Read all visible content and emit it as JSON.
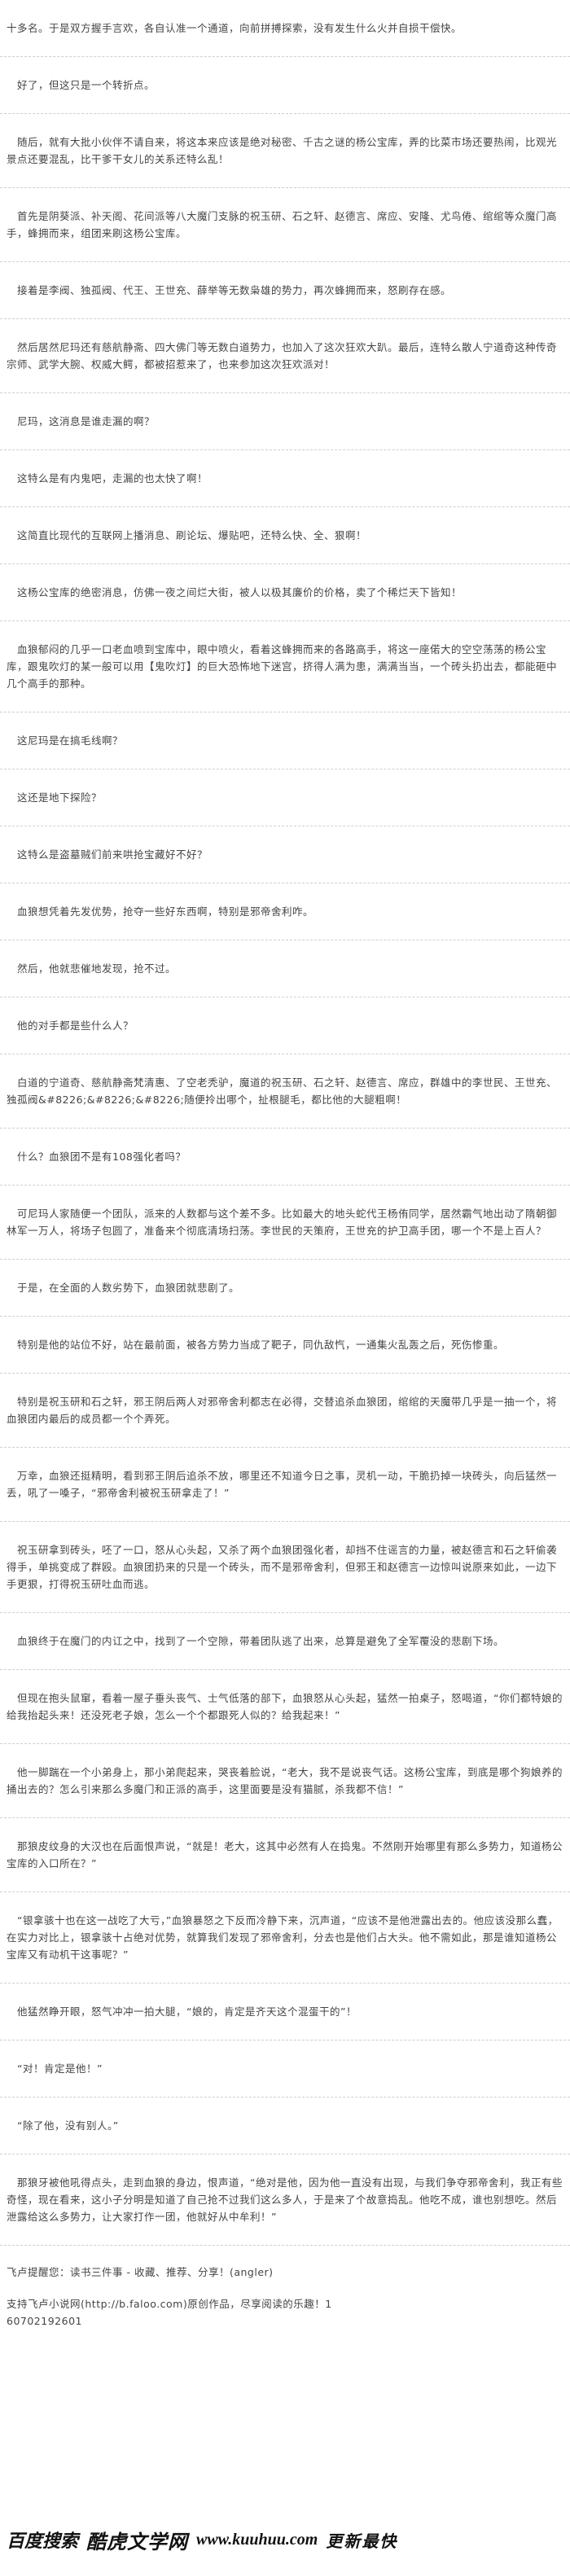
{
  "chapter": {
    "paragraphs": [
      "十多名。于是双方握手言欢，各自认准一个通道，向前拼搏探索，没有发生什么火并自损干偿快。",
      "好了，但这只是一个转折点。",
      "随后，就有大批小伙伴不请自来，将这本来应该是绝对秘密、千古之谜的杨公宝库，弄的比菜市场还要热闹，比观光景点还要混乱，比干爹干女儿的关系还特么乱！",
      "首先是阴葵派、补天阁、花间派等八大魔门支脉的祝玉研、石之轩、赵德言、席应、安隆、尤鸟倦、绾绾等众魔门高手，蜂拥而来，组团来刷这杨公宝库。",
      "接着是李阀、独孤阀、代王、王世充、薛举等无数枭雄的势力，再次蜂拥而来，怒刷存在感。",
      "然后居然尼玛还有慈航静斋、四大佛门等无数白道势力，也加入了这次狂欢大趴。最后，连特么散人宁道奇这种传奇宗师、武学大腕、权威大鳄，都被招惹来了，也来参加这次狂欢派对！",
      "尼玛，这消息是谁走漏的啊？",
      "这特么是有内鬼吧，走漏的也太快了啊！",
      "这简直比现代的互联网上播消息、刷论坛、爆贴吧，还特么快、全、狠啊！",
      "这杨公宝库的绝密消息，仿佛一夜之间烂大街，被人以极其廉价的价格，卖了个稀烂天下皆知！",
      "血狼郁闷的几乎一口老血喷到宝库中，眼中喷火，看着这蜂拥而来的各路高手，将这一座偌大的空空荡荡的杨公宝库，跟鬼吹灯的某一般可以用【鬼吹灯】的巨大恐怖地下迷宫，挤得人满为患，满满当当，一个砖头扔出去，都能砸中几个高手的那种。",
      "这尼玛是在搞毛线啊？",
      "这还是地下探险？",
      "这特么是盗墓贼们前来哄抢宝藏好不好？",
      "血狼想凭着先发优势，抢夺一些好东西啊，特别是邪帝舍利咋。",
      "然后，他就悲催地发现，抢不过。",
      "他的对手都是些什么人？",
      "白道的宁道奇、慈航静斋梵清惠、了空老秃驴，魔道的祝玉研、石之轩、赵德言、席应，群雄中的李世民、王世充、独孤阀&#8226;&#8226;&#8226;随便拎出哪个，扯根腿毛，都比他的大腿粗啊！",
      "什么？血狼团不是有108强化者吗？",
      "可尼玛人家随便一个团队，派来的人数都与这个差不多。比如最大的地头蛇代王杨侑同学，居然霸气地出动了隋朝御林军一万人，将场子包圆了，准备来个彻底清场扫荡。李世民的天策府，王世充的护卫高手团，哪一个不是上百人？",
      "于是，在全面的人数劣势下，血狼团就悲剧了。",
      "特别是他的站位不好，站在最前面，被各方势力当成了靶子，同仇敌忾，一通集火乱轰之后，死伤惨重。",
      "特别是祝玉研和石之轩，邪王阴后两人对邪帝舍利都志在必得，交替追杀血狼团，绾绾的天魔带几乎是一抽一个，将血狼团内最后的成员都一个个弄死。",
      "万幸，血狼还挺精明，看到邪王阴后追杀不放，哪里还不知道今日之事，灵机一动，干脆扔掉一块砖头，向后猛然一丢，吼了一嗓子，“邪帝舍利被祝玉研拿走了！”",
      "祝玉研拿到砖头，呸了一口，怒从心头起，又杀了两个血狼团强化者，却挡不住谣言的力量，被赵德言和石之轩偷袭得手，单挑变成了群殴。血狼团扔来的只是一个砖头，而不是邪帝舍利，但邪王和赵德言一边惊叫说原来如此，一边下手更狠，打得祝玉研吐血而逃。",
      "血狼终于在魔门的内讧之中，找到了一个空隙，带着团队逃了出来，总算是避免了全军覆没的悲剧下场。",
      "但现在抱头鼠窜，看着一屋子垂头丧气、士气低落的部下，血狼怒从心头起，猛然一拍桌子，怒喝道，“你们都特娘的给我抬起头来！还没死老子娘，怎么一个个都跟死人似的？给我起来！”",
      "他一脚踹在一个小弟身上，那小弟爬起来，哭丧着脸说，“老大，我不是说丧气话。这杨公宝库，到底是哪个狗娘养的捅出去的？怎么引来那么多魔门和正派的高手，这里面要是没有猫腻，杀我都不信！”",
      "那狼皮纹身的大汉也在后面恨声说，“就是！老大，这其中必然有人在捣鬼。不然刚开始哪里有那么多势力，知道杨公宝库的入口所在？”",
      "“银拿骇十也在这一战吃了大亏，”血狼暴怒之下反而冷静下来，沉声道，“应该不是他泄露出去的。他应该没那么蠢，在实力对比上，银拿骇十占绝对优势，就算我们发现了邪帝舍利，分去也是他们占大头。他不需如此，那是谁知道杨公宝库又有动机干这事呢？”",
      "他猛然睁开眼，怒气冲冲一拍大腿，“娘的，肯定是齐天这个混蛋干的”！",
      "“对！肯定是他！”",
      "“除了他，没有别人。”",
      "那狼牙被他吼得点头，走到血狼的身边，恨声道，“绝对是他，因为他一直没有出现，与我们争夺邪帝舍利，我正有些奇怪，现在看来，这小子分明是知道了自己抢不过我们这么多人，于是来了个故意捣乱。他吃不成，谁也别想吃。然后泄露给这么多势力，让大家打作一团，他就好从中牟利！”"
    ]
  },
  "footer": {
    "reminder": "飞卢提醒您：读书三件事 - 收藏、推荐、分享！(angler)",
    "support": "支持飞卢小说网(http://b.faloo.com)原创作品，尽享阅读的乐趣！1",
    "support_id": "60702192601"
  },
  "logo": {
    "search": "百度搜索",
    "site_name": "酷虎文学网",
    "url": "www.kuuhuu.com",
    "slogan": "更新最快"
  },
  "colors": {
    "text": "#444444",
    "divider": "#cfcfcf",
    "logo": "#111111",
    "background": "#ffffff"
  }
}
